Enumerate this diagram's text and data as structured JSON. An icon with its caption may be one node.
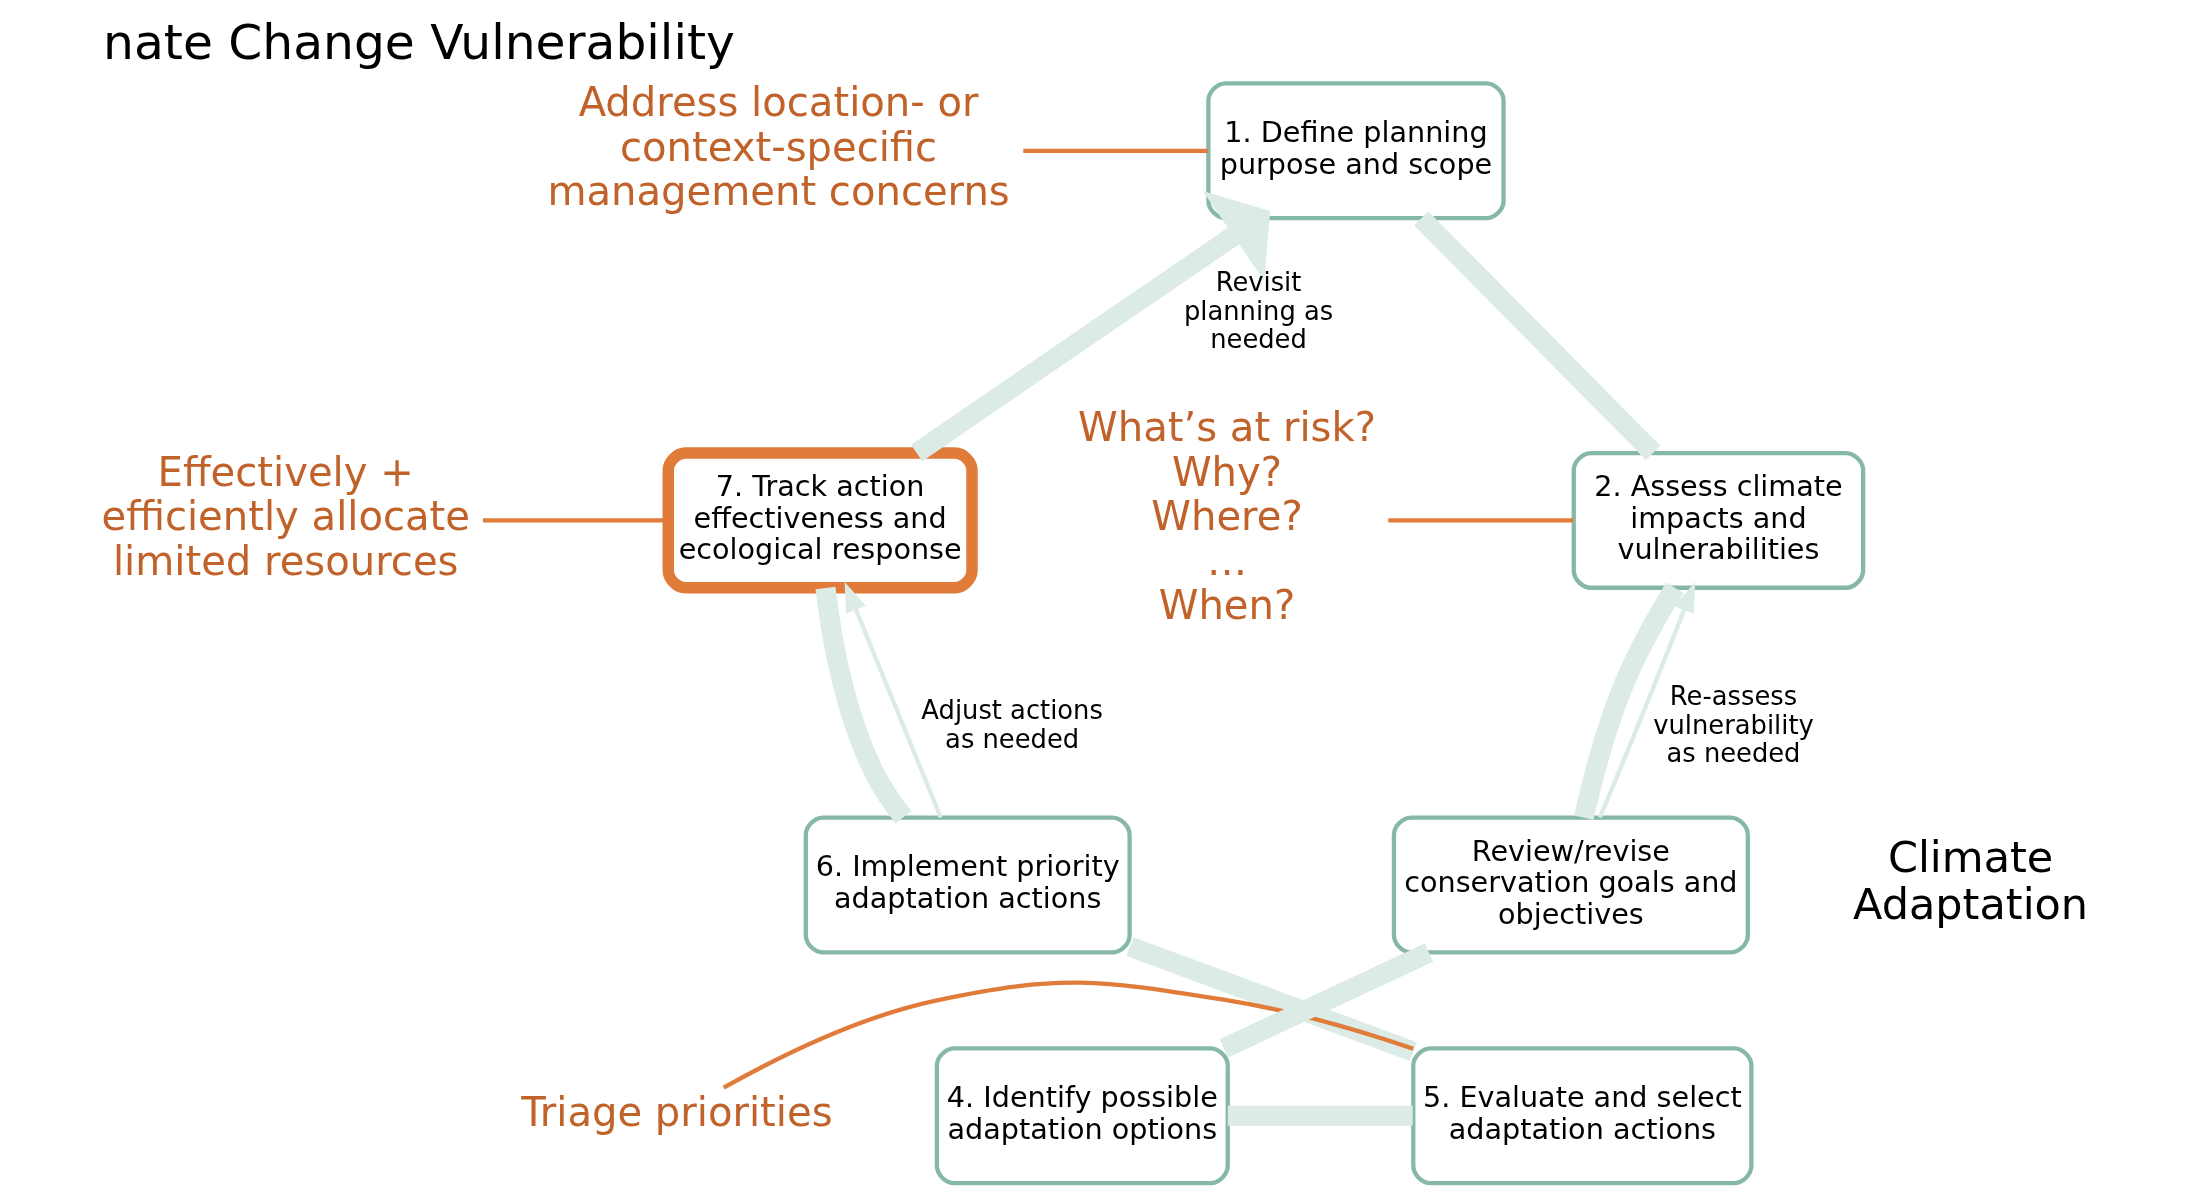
{
  "diagram": {
    "title": "nate Change Vulnerability",
    "nodes": [
      {
        "text": [
          "1. Define planning purpose and scope"
        ]
      },
      {
        "text": [
          "2. Assess climate impacts and vulnerabilities"
        ]
      },
      {
        "text": [
          "Review/revise conservation goals and objectives"
        ]
      },
      {
        "text": [
          "4. Identify possible adaptation options"
        ]
      },
      {
        "text": [
          "5. Evaluate and select adaptation actions"
        ]
      },
      {
        "text": [
          "6. Implement priority adaptation actions"
        ]
      },
      {
        "text": [
          "7. Track action effectiveness and ecological response"
        ]
      },
      {
        "text": [
          "Address location- or context-specific management concerns"
        ]
      },
      {
        "text": [
          "What’s at risk?",
          "Why?",
          "Where?",
          "…",
          "When?"
        ]
      },
      {
        "text": [
          "Effectively + efficiently allocate limited resources"
        ]
      },
      {
        "text": [
          "Triage priorities"
        ]
      }
    ],
    "edges": [
      {
        "from": 0,
        "to": 1,
        "arrow": "none",
        "color": "#dcebe5"
      },
      {
        "from": 1,
        "to": 2,
        "arrow": "none",
        "color": "#dcebe5"
      },
      {
        "from": 2,
        "to": 3,
        "arrow": "none",
        "color": "#dcebe5"
      },
      {
        "from": 3,
        "to": 4,
        "arrow": "none",
        "color": "#dcebe5"
      },
      {
        "from": 4,
        "to": 5,
        "arrow": "none",
        "color": "#dcebe5"
      },
      {
        "from": 5,
        "to": 6,
        "arrow": "none",
        "color": "#dcebe5"
      },
      {
        "from": 6,
        "to": 0,
        "arrow": "to",
        "color": "#dcebe5",
        "label": "Revisit planning as needed"
      },
      {
        "from": 5,
        "to": 6,
        "arrow": "to",
        "color": "#dcebe5",
        "label": "Adjust actions as needed"
      },
      {
        "from": 2,
        "to": 1,
        "arrow": "to",
        "color": "#dcebe5",
        "label": "Re-assess vulnerability as needed"
      },
      {
        "from": 7,
        "to": 0,
        "arrow": "none",
        "color": "#e07b39"
      },
      {
        "from": 8,
        "to": 1,
        "arrow": "none",
        "color": "#e07b39"
      },
      {
        "from": 9,
        "to": 6,
        "arrow": "none",
        "color": "#e07b39"
      },
      {
        "from": 10,
        "to": 4,
        "arrow": "none",
        "color": "#e07b39"
      }
    ],
    "labels": [
      "Climate Adaptation"
    ]
  }
}
